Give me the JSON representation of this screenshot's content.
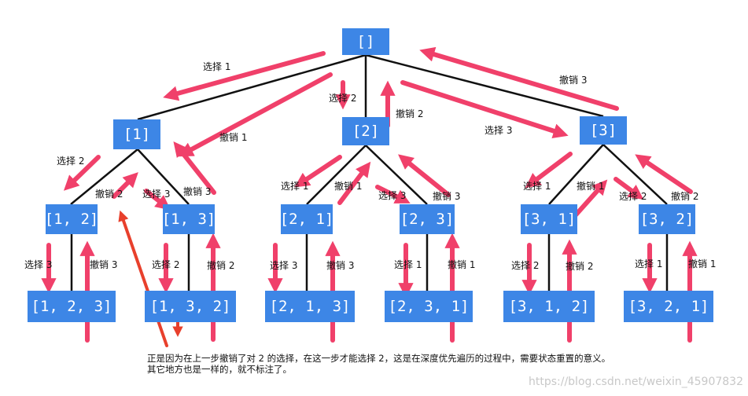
{
  "tree": {
    "root": {
      "label": "[]"
    },
    "level1": [
      {
        "label": "[1]"
      },
      {
        "label": "[2]"
      },
      {
        "label": "[3]"
      }
    ],
    "level2": [
      {
        "label": "[1, 2]"
      },
      {
        "label": "[1, 3]"
      },
      {
        "label": "[2, 1]"
      },
      {
        "label": "[2, 3]"
      },
      {
        "label": "[3, 1]"
      },
      {
        "label": "[3, 2]"
      }
    ],
    "leaves": [
      {
        "label": "[1, 2, 3]"
      },
      {
        "label": "[1, 3, 2]"
      },
      {
        "label": "[2, 1, 3]"
      },
      {
        "label": "[2, 3, 1]"
      },
      {
        "label": "[3, 1, 2]"
      },
      {
        "label": "[3, 2, 1]"
      }
    ]
  },
  "edge_labels": {
    "choose1_root": "选择 1",
    "undo1_root": "撤销 1",
    "choose2_root": "选择 2",
    "undo2_root": "撤销 2",
    "choose3_root": "选择 3",
    "undo3_root": "撤销 3",
    "n1_choose2": "选择 2",
    "n1_undo2": "撤销 2",
    "n1_choose3": "选择 3",
    "n1_undo3": "撤销 3",
    "n2_choose1": "选择 1",
    "n2_undo1": "撤销 1",
    "n2_choose3": "选择 3",
    "n2_undo3": "撤销 3",
    "n3_choose1": "选择 1",
    "n3_undo1": "撤销 1",
    "n3_choose2": "选择 2",
    "n3_undo2": "撤销 2",
    "n12_choose3": "选择 3",
    "n12_undo3": "撤销 3",
    "n13_choose2": "选择 2",
    "n13_undo2": "撤销 2",
    "n21_choose3": "选择 3",
    "n21_undo3": "撤销 3",
    "n23_choose1": "选择 1",
    "n23_undo1": "撤销 1",
    "n31_choose2": "选择 2",
    "n31_undo2": "撤销 2",
    "n32_choose1": "选择 1",
    "n32_undo1": "撤销 1"
  },
  "note": {
    "line1": "正是因为在上一步撤销了对  2  的选择，在这一步才能选择  2，这是在深度优先遍历的过程中，需要状态重置的意义。",
    "line2": "其它地方也是一样的，就不标注了。"
  },
  "watermark": "https://blog.csdn.net/weixin_45907832",
  "colors": {
    "node_fill": "#3d86e6",
    "node_text": "#ffffff",
    "edge": "#111111",
    "arrow_pink": "#f0406a",
    "arrow_red": "#e8402c"
  }
}
